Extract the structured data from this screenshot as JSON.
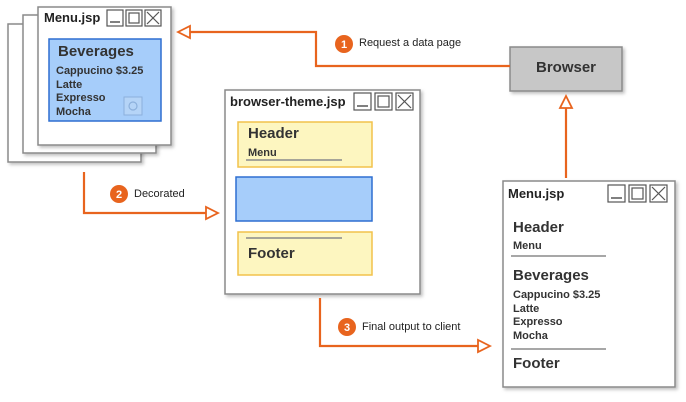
{
  "colors": {
    "accent": "#e8641e",
    "window_border": "#8a8a8a",
    "yellow_fill": "#fdf6c0",
    "yellow_border": "#f2c24b",
    "blue_fill": "#a6cdfa",
    "blue_border": "#2f6fd1",
    "browser_fill": "#c7c7c7"
  },
  "source_window": {
    "title": "Menu.jsp",
    "heading": "Beverages",
    "items": [
      "Cappucino $3.25",
      "Latte",
      "Expresso",
      "Mocha"
    ]
  },
  "theme_window": {
    "title": "browser-theme.jsp",
    "header_title": "Header",
    "header_menu": "Menu",
    "footer_title": "Footer"
  },
  "output_window": {
    "title": "Menu.jsp",
    "header_title": "Header",
    "header_menu": "Menu",
    "heading": "Beverages",
    "items": [
      "Cappucino $3.25",
      "Latte",
      "Expresso",
      "Mocha"
    ],
    "footer_title": "Footer"
  },
  "browser": {
    "label": "Browser"
  },
  "steps": [
    {
      "number": "1",
      "label": "Request a data page"
    },
    {
      "number": "2",
      "label": "Decorated"
    },
    {
      "number": "3",
      "label": "Final output to client"
    }
  ]
}
